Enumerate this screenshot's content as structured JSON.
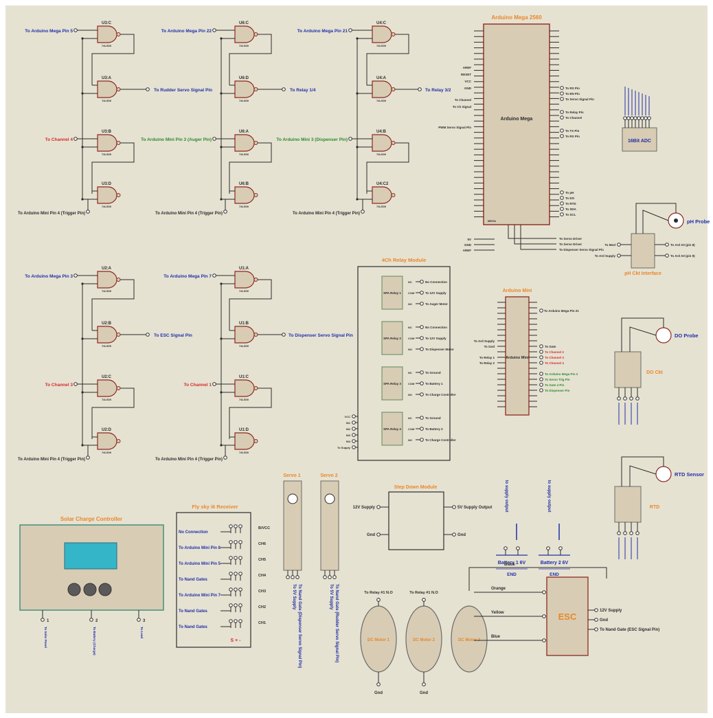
{
  "colors": {
    "background": "#e6e2d2",
    "wire": "#2b2b2b",
    "component_border": "#8c2a20",
    "component_fill": "#d8ccb4",
    "title_orange": "#e8872a",
    "label_blue": "#1f2fa8",
    "label_red": "#d52a2a",
    "label_green": "#2a8a2a",
    "lcd": "#35b5c8",
    "pin_wire": "#2a8a6a"
  },
  "gates": [
    {
      "id": "U3:C",
      "in_label": "To Arduino Mega Pin 5",
      "in_color": "blue"
    },
    {
      "id": "U3:A",
      "out_label": "To Rudder Servo Signal Pin"
    },
    {
      "id": "U3:B",
      "in_label": "To Channel 4",
      "in_color": "red"
    },
    {
      "id": "U3:D",
      "bottom_label": "To Arduino Mini Pin 4 (Trigger Pin)"
    },
    {
      "id": "U6:C",
      "in_label": "To Arduino Mega Pin 22",
      "in_color": "blue"
    },
    {
      "id": "U6:D",
      "out_label": "To Relay 1/4"
    },
    {
      "id": "U6:A",
      "in_label": "To Arduino Mini Pin 3 (Auger Pin)",
      "in_color": "green"
    },
    {
      "id": "U6:B",
      "bottom_label": "To Arduino Mini Pin 4 (Trigger Pin)"
    },
    {
      "id": "U4:C",
      "in_label": "To Arduino Mega Pin 21",
      "in_color": "blue"
    },
    {
      "id": "U4:A",
      "out_label": "To Relay 3/2"
    },
    {
      "id": "U4:B",
      "in_label": "To Arduino Mini 3 (Dispenser Pin)",
      "in_color": "green"
    },
    {
      "id": "U4:C2",
      "bottom_label": "To Arduino Mini Pin 4 (Trigger Pin)"
    },
    {
      "id": "U2:A",
      "in_label": "To Arduino Mega Pin 3",
      "in_color": "blue"
    },
    {
      "id": "U2:B",
      "out_label": "To ESC Signal Pin"
    },
    {
      "id": "U2:C",
      "in_label": "To Channel 3",
      "in_color": "red"
    },
    {
      "id": "U2:D",
      "bottom_label": "To Arduino Mini Pin 4 (Trigger Pin)"
    },
    {
      "id": "U1:A",
      "in_label": "To Arduino Mega Pin 7",
      "in_color": "blue"
    },
    {
      "id": "U1:B",
      "out_label": "To Dispenser Servo Signal Pin"
    },
    {
      "id": "U1:C",
      "in_label": "To Channel 1",
      "in_color": "red"
    },
    {
      "id": "U1:D",
      "bottom_label": "To Arduino Mini Pin 4 (Trigger Pin)"
    }
  ],
  "arduino_mega": {
    "title": "Arduino Mega 2560",
    "body_label": "Arduino Mega",
    "left_pins": [
      "AREF",
      "RESET",
      "VCC",
      "GND",
      "To Channel",
      "To Ch Signal",
      "PWM Servo Signal Pin"
    ],
    "right_pins": [
      "To RS Pin",
      "To EN Pin",
      "To Servo Signal Pin",
      "To Relay Pin",
      "To Channel",
      "To TX Pin",
      "To RX Pin",
      "To pH",
      "To DO",
      "To RTD",
      "To SDA",
      "To SCL"
    ],
    "bottom_pins": [
      "To Servo Driver",
      "To Servo Driver",
      "To Dispenser Servo Signal Pin"
    ]
  },
  "adc": {
    "title": "16Bit ADC"
  },
  "ph": {
    "interface": "pH Ckt Interface",
    "probe": "pH Probe",
    "left_pins": [
      "To Mod",
      "To Ard Supply"
    ],
    "right_pins": [
      "To Ard A0 (pin 8)",
      "To Ard A0 (pin 9)"
    ]
  },
  "relay": {
    "title": "4Ch Relay Module",
    "channels": [
      "SPA Relay 1",
      "SPA Relay 2",
      "SPA Relay 3",
      "SPA Relay 4"
    ],
    "contacts": [
      "NC",
      "COM",
      "NO"
    ],
    "contact_labels": [
      [
        "No Connection",
        "To 12V Supply",
        "To Auger Motor"
      ],
      [
        "No Connection",
        "To 12V Supply",
        "To Dispenser Motor"
      ],
      [
        "To Ground",
        "To Battery 1",
        "To Charge Controller"
      ],
      [
        "To Ground",
        "To Battery 2",
        "To Charge Controller"
      ]
    ],
    "left_pins": [
      "VCC",
      "IN1",
      "IN2",
      "IN3",
      "IN4",
      "To Supply"
    ]
  },
  "arduino_mini": {
    "title": "Arduino Mini",
    "body_label": "Arduino Mini",
    "left_pins": [
      "To Ard Supply",
      "To Gnd",
      "To Relay 1",
      "To Relay 2"
    ],
    "right_pins": [
      "To Gate",
      "To Channel 2",
      "To Channel 3",
      "To Channel 4",
      "To Arduino Mega Pin 2",
      "To Servo Trig Pin",
      "To Gate 4 Pin",
      "To Dispenser Pin"
    ],
    "top_right_label": "To Arduino Mega Pin 21"
  },
  "do": {
    "interface": "DO Ckt",
    "probe": "DO Probe"
  },
  "rtd": {
    "interface": "RTD",
    "probe": "RTD Sensor"
  },
  "batteries": [
    {
      "name": "Battery 1 6V",
      "end": "END",
      "side_label": "to supply output"
    },
    {
      "name": "Battery 2 6V",
      "end": "END",
      "side_label": "to supply output"
    }
  ],
  "solar": {
    "title": "Solar Charge Controller",
    "pins": [
      "1",
      "2",
      "3"
    ],
    "pin_labels": [
      "To Solar Panel",
      "To Battery (Charge)",
      "To Load"
    ]
  },
  "receiver": {
    "title": "Fly sky i6 Receiver",
    "rows": [
      {
        "label": "No Connection",
        "pin": "B/VCC"
      },
      {
        "label": "To Arduino Mini Pin 8",
        "pin": "CH6"
      },
      {
        "label": "To Arduino Mini Pin 5",
        "pin": "CH5"
      },
      {
        "label": "To Nand Gates",
        "pin": "CH4"
      },
      {
        "label": "To Arduino Mini Pin 7",
        "pin": "CH3"
      },
      {
        "label": "To Nand Gates",
        "pin": "CH2"
      },
      {
        "label": "To Nand Gates",
        "pin": "CH1"
      }
    ],
    "footer": "S + -"
  },
  "servos": [
    {
      "title": "Servo 1",
      "label": "To Nand Gate (Dispenser Servo Signal Pin)",
      "sub": "To 5V Supply"
    },
    {
      "title": "Servo 2",
      "label": "To Nand Gate (Rudder Servo Signal Pin)",
      "sub": "To 5V Supply"
    }
  ],
  "stepdown": {
    "title": "Step Down Module",
    "in_top": "12V Supply",
    "in_bot": "Gnd",
    "out_top": "5V Supply Output",
    "out_bot": "Gnd"
  },
  "motors": [
    {
      "name": "DC Motor 1",
      "top": "To Relay #1 N.O",
      "bottom": "Gnd"
    },
    {
      "name": "DC Motor 2",
      "top": "To Relay #1 N.O",
      "bottom": "Gnd"
    },
    {
      "name": "DC Motor 3"
    }
  ],
  "esc": {
    "name": "ESC",
    "wires": [
      "Black",
      "Orange",
      "Yellow",
      "Blue"
    ],
    "outputs": [
      "12V Supply",
      "Gnd",
      "To Nand Gate (ESC Signal Pin)"
    ]
  }
}
